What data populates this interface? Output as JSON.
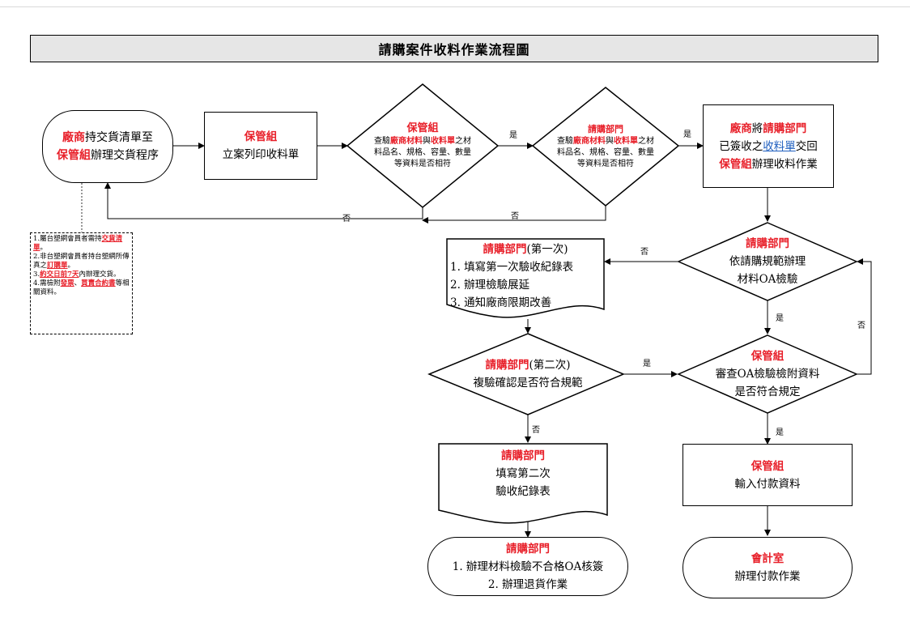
{
  "title": "請購案件收料作業流程圖",
  "nodes": {
    "start": {
      "r1": "廠商",
      "t1": "持交貨清單至",
      "r2": "保管組",
      "t2": "辦理交貨程序"
    },
    "print": {
      "r1": "保管組",
      "t1": "立案列印收料單"
    },
    "check1": {
      "r1": "保管組",
      "a": "查驗",
      "b": "廠商材料",
      "c": "與",
      "d": "收料單",
      "e": "之材",
      "l2": "料品名、規格、容量、數量",
      "l3": "等資料是否相符"
    },
    "check2": {
      "r1": "請購部門",
      "a": "查驗",
      "b": "廠商材料",
      "c": "與",
      "d": "收料單",
      "e": "之材",
      "l2": "料品名、規格、容量、數量",
      "l3": "等資料是否相符"
    },
    "return": {
      "r1": "廠商",
      "t1": "將",
      "r2": "請購部門",
      "t2": "已簽收之",
      "b1": "收料單",
      "t3": "交回",
      "r3": "保管組",
      "t4": "辦理收料作業"
    },
    "qa": {
      "r1": "請購部門",
      "t1": "依請購規範辦理",
      "t2": "材料OA檢驗"
    },
    "first": {
      "r1": "請購部門",
      "t0": "(第一次)",
      "i1": "1. 填寫第一次驗收紀錄表",
      "i2": "2. 辦理檢驗展延",
      "i3": "3. 通知廠商限期改善"
    },
    "review": {
      "r1": "保管組",
      "t1": "審查OA檢驗檢附資料",
      "t2": "是否符合規定"
    },
    "second": {
      "r1": "請購部門",
      "t0": "(第二次)",
      "t1": "複驗確認是否符合規範"
    },
    "record2": {
      "r1": "請購部門",
      "t1": "填寫第二次",
      "t2": "驗收紀錄表"
    },
    "payin": {
      "r1": "保管組",
      "t1": "輸入付款資料"
    },
    "reject": {
      "r1": "請購部門",
      "t1": "1. 辦理材料檢驗不合格OA核簽",
      "t2": "2. 辦理退貨作業"
    },
    "pay": {
      "r1": "會計室",
      "t1": "辦理付款作業"
    }
  },
  "note": {
    "n1a": "1.屬台塑網會員者需持",
    "n1b": "交貨清單",
    "n1c": "。",
    "n2a": "2.非台塑網會員者持台塑網所傳真之",
    "n2b": "訂購單",
    "n2c": "。",
    "n3a": "3.",
    "n3b": "約交日前7天",
    "n3c": "內辦理交貨。",
    "n4a": "4.需檢附",
    "n4b": "發票",
    "n4c": "、",
    "n4d": "買賣合約書",
    "n4e": "等相關資料。"
  },
  "labels": {
    "yes": "是",
    "no": "否"
  }
}
